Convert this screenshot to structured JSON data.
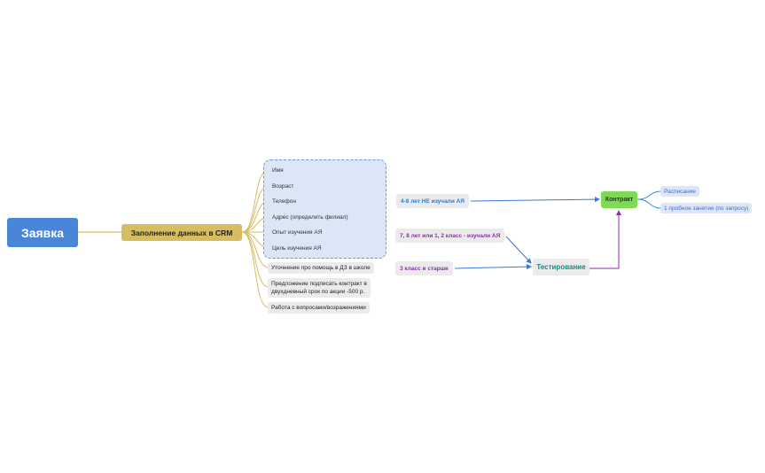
{
  "root": {
    "label": "Заявка"
  },
  "crm": {
    "label": "Заполнение данных в CRM",
    "fields": [
      "Имя",
      "Возраст",
      "Телефон",
      "Адрес (определить филиал)",
      "Опыт изучения АЯ",
      "Цель изучения АЯ"
    ],
    "clarify_homework": "Уточнение про помощь в ДЗ в школе",
    "offer_line1": "Предложение подписать контракт в",
    "offer_line2": "двухдневный срок по акции -500 р.",
    "objections": "Работа с вопросами/возражениями"
  },
  "conditions": {
    "no_english": {
      "a": "4-8",
      "b": " лет ",
      "c": "НЕ",
      "d": " изучали АЯ"
    },
    "studied": {
      "a": "7, 8",
      "b": " лет или ",
      "c": "1, 2",
      "d": " класс - изучали АЯ"
    },
    "grade3": {
      "a": "3",
      "b": " класс и старше"
    }
  },
  "testing": {
    "label": "Тестирование"
  },
  "contract": {
    "label": "Контракт",
    "next": [
      "Расписание",
      "1 пробное занятие (по запросу)"
    ]
  },
  "colors": {
    "root": "#4a86d8",
    "crm": "#d6bd62",
    "contract": "#7ed957",
    "blue_text": "#2a7ccf",
    "purple_text": "#8e2cad",
    "teal_text": "#1a8a7a"
  }
}
